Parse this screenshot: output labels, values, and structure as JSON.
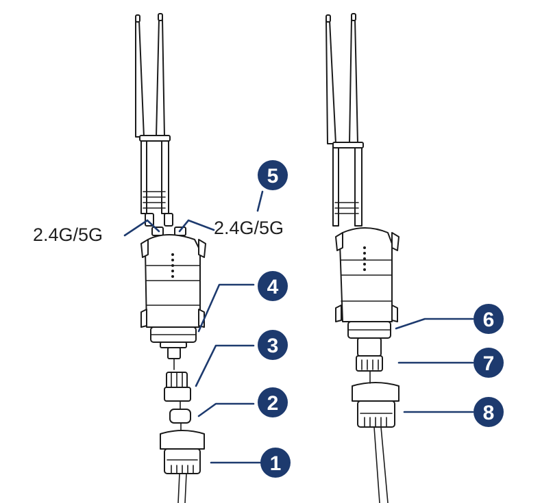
{
  "colors": {
    "accent": "#1d3a6e",
    "line": "#1a1a1a"
  },
  "labels": {
    "left_band": "2.4G/5G",
    "right_band": "2.4G/5G"
  },
  "callouts": {
    "c1": "1",
    "c2": "2",
    "c3": "3",
    "c4": "4",
    "c5": "5",
    "c6": "6",
    "c7": "7",
    "c8": "8"
  }
}
